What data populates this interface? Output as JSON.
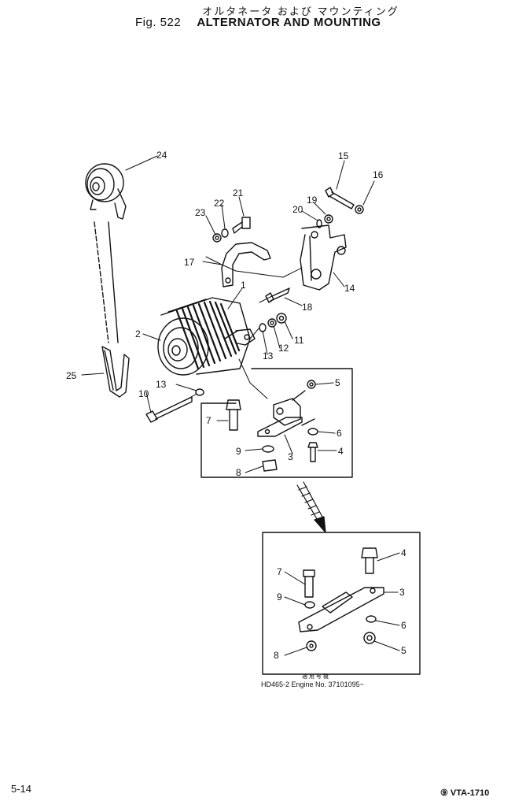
{
  "header": {
    "title_jp": "オルタネータ および マウンティング",
    "fig_label": "Fig. 522",
    "title_en": "ALTERNATOR AND MOUNTING"
  },
  "callouts": {
    "c1": "1",
    "c2": "2",
    "c3": "3",
    "c4": "4",
    "c5": "5",
    "c6": "6",
    "c7": "7",
    "c8": "8",
    "c9": "9",
    "c10": "10",
    "c11": "11",
    "c12": "12",
    "c13a": "13",
    "c13b": "13",
    "c14": "14",
    "c15": "15",
    "c16": "16",
    "c17": "17",
    "c18": "18",
    "c19": "19",
    "c20": "20",
    "c21": "21",
    "c22": "22",
    "c23": "23",
    "c24": "24",
    "c25": "25"
  },
  "inset_callouts": {
    "i3": "3",
    "i4": "4",
    "i5": "5",
    "i6": "6",
    "i7": "7",
    "i8": "8",
    "i9": "9"
  },
  "inset_note": {
    "jp": "適 用 号 機",
    "serial": "HD465-2  Engine No. 37101095~"
  },
  "footer": {
    "page": "5-14",
    "code": "⑨ VTA-1710"
  }
}
